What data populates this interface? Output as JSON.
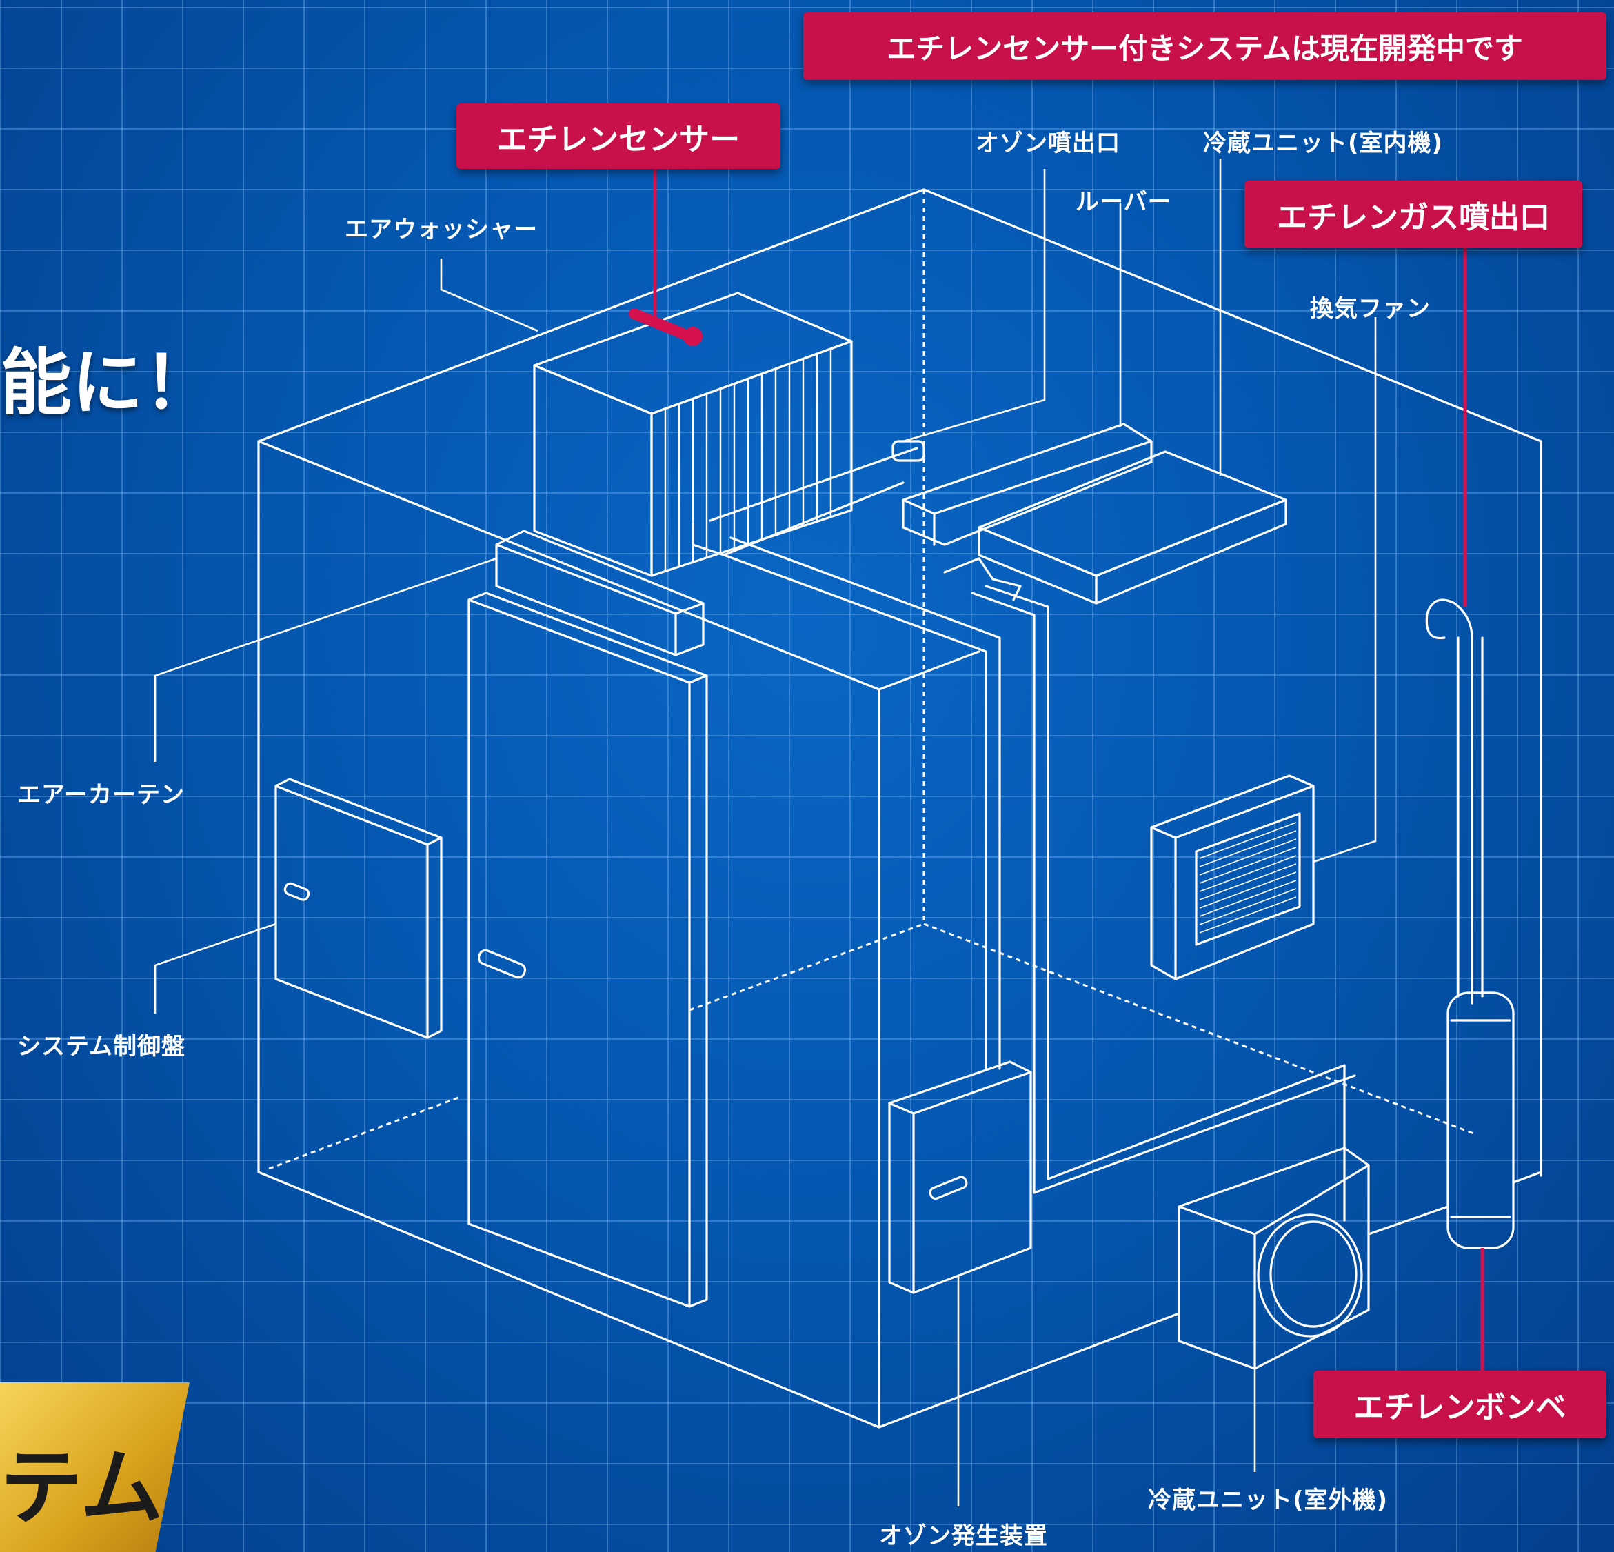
{
  "headline_fragment": "能に！",
  "banner": {
    "text": "テム",
    "colors": {
      "light": "#f6d55a",
      "dark": "#b57d10"
    }
  },
  "colors": {
    "background": "#0557b0",
    "grid": "#8cc8ff",
    "line": "#ffffff",
    "highlight": "#c8104a"
  },
  "callouts": {
    "dev_notice": "エチレンセンサー付きシステムは現在開発中です",
    "ethylene_sensor": "エチレンセンサー",
    "ethylene_gas_outlet": "エチレンガス噴出口",
    "ethylene_cylinder": "エチレンボンベ"
  },
  "labels": {
    "air_washer": "エアウォッシャー",
    "ozone_outlet": "オゾン噴出口",
    "louver": "ルーバー",
    "refrigeration_indoor": "冷蔵ユニット(室内機)",
    "ventilation_fan": "換気ファン",
    "air_curtain": "エアーカーテン",
    "system_control_panel": "システム制御盤",
    "ozone_generator": "オゾン発生装置",
    "refrigeration_outdoor": "冷蔵ユニット(室外機)"
  }
}
